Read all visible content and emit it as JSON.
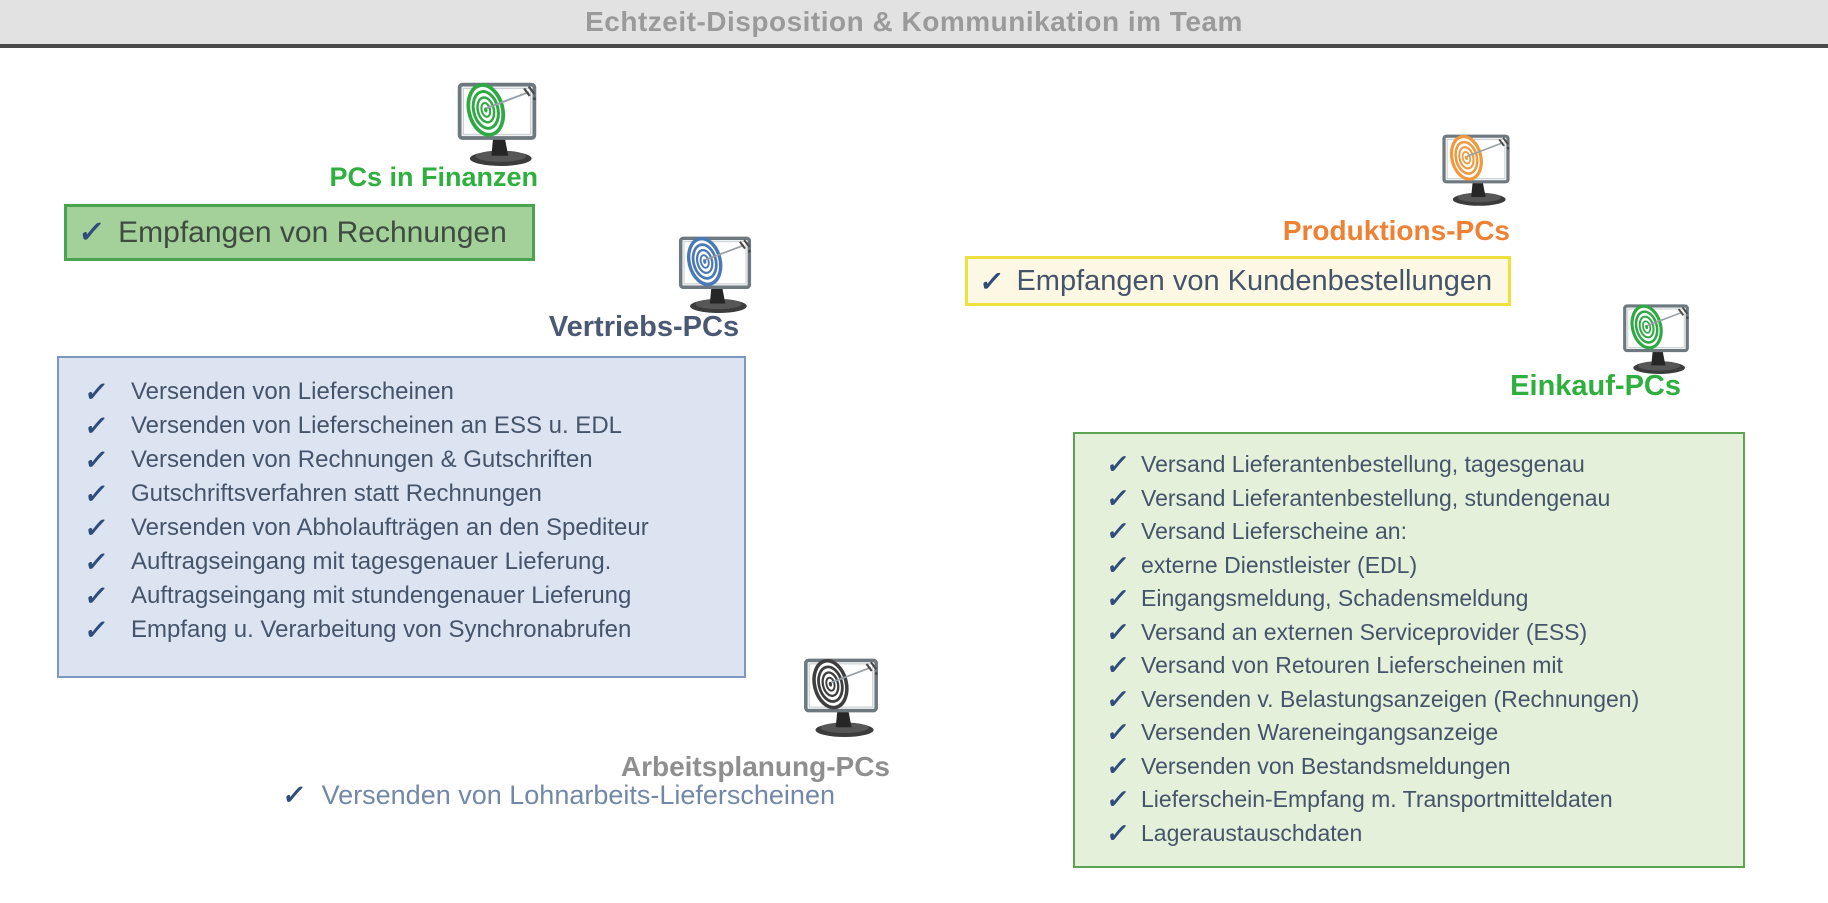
{
  "header": {
    "title": "Echtzeit-Disposition & Kommunikation im Team"
  },
  "icons": {
    "checkmark": "✓",
    "monitor": "monitor-target-icon"
  },
  "colors": {
    "header_bg": "#e2e2e2",
    "header_text": "#9a9a9a",
    "navy_text": "#44546a",
    "checkmark": "#2e4d7b",
    "green_accent": "#2faf3e",
    "orange_accent": "#ee8133",
    "gray_accent": "#8f8f8f",
    "finanzen_box_bg": "#a4d199",
    "finanzen_box_border": "#4aa351",
    "vertrieb_box_bg": "#dde4f1",
    "vertrieb_box_border": "#7d97c0",
    "produktion_box_bg": "#fdf8e3",
    "produktion_box_border": "#efe13d",
    "einkauf_box_bg": "#e5f0da",
    "einkauf_box_border": "#5ca352"
  },
  "groups": [
    {
      "id": "finanzen",
      "label": "PCs in Finanzen",
      "accent": "#2faf3e",
      "icon_color": "#2fa944",
      "items": [
        "Empfangen von Rechnungen"
      ]
    },
    {
      "id": "vertrieb",
      "label": "Vertriebs-PCs",
      "accent": "#4a5874",
      "icon_color": "#4a7ab5",
      "items": [
        "Versenden von Lieferscheinen",
        "Versenden von Lieferscheinen an ESS u. EDL",
        "Versenden von Rechnungen & Gutschriften",
        "Gutschriftsverfahren statt Rechnungen",
        "Versenden von Abholaufträgen an den Spediteur",
        "Auftragseingang mit tagesgenauer Lieferung.",
        "Auftragseingang mit stundengenauer Lieferung",
        "Empfang u. Verarbeitung von Synchronabrufen"
      ]
    },
    {
      "id": "arbeitsplanung",
      "label": "Arbeitsplanung-PCs",
      "accent": "#8f8f8f",
      "icon_color": "#3f3f3f",
      "items": [
        "Versenden von Lohnarbeits-Lieferscheinen"
      ]
    },
    {
      "id": "produktion",
      "label": "Produktions-PCs",
      "accent": "#ee8133",
      "icon_color": "#f0993e",
      "items": [
        "Empfangen von Kundenbestellungen"
      ]
    },
    {
      "id": "einkauf",
      "label": "Einkauf-PCs",
      "accent": "#2faf3e",
      "icon_color": "#2fa944",
      "items": [
        "Versand Lieferantenbestellung, tagesgenau",
        "Versand Lieferantenbestellung, stundengenau",
        "Versand Lieferscheine an:",
        "externe Dienstleister (EDL)",
        "Eingangsmeldung, Schadensmeldung",
        "Versand an externen Serviceprovider (ESS)",
        "Versand von Retouren Lieferscheinen mit",
        "Versenden v. Belastungsanzeigen (Rechnungen)",
        "Versenden Wareneingangsanzeige",
        "Versenden von Bestandsmeldungen",
        "Lieferschein-Empfang m. Transportmitteldaten",
        "Lageraustauschdaten"
      ]
    }
  ]
}
